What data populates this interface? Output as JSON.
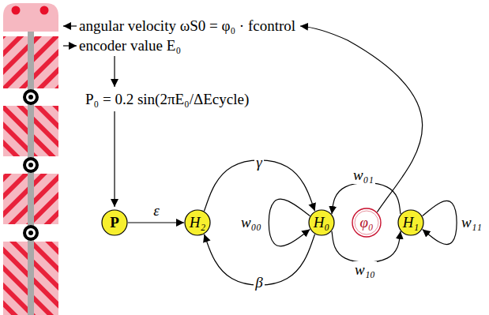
{
  "diagram": {
    "nodes": [
      {
        "text": [
          "P"
        ]
      },
      {
        "text": [
          "H₂"
        ]
      },
      {
        "text": [
          "H₀"
        ]
      },
      {
        "text": [
          "φ₀"
        ]
      },
      {
        "text": [
          "H₁"
        ]
      }
    ],
    "edges": [
      {
        "from": 0,
        "to": 1,
        "label": "ε",
        "arrow": "to"
      },
      {
        "from": 1,
        "to": 2,
        "label": "γ",
        "arrow": "to"
      },
      {
        "from": 2,
        "to": 1,
        "label": "β",
        "arrow": "to"
      },
      {
        "from": 2,
        "to": 2,
        "label": "w₀₀",
        "arrow": "to"
      },
      {
        "from": 4,
        "to": 2,
        "label": "w₀₁",
        "arrow": "to"
      },
      {
        "from": 2,
        "to": 4,
        "label": "w₁₀",
        "arrow": "to"
      },
      {
        "from": 4,
        "to": 4,
        "label": "w₁₁",
        "arrow": "to"
      }
    ],
    "labels": [
      "angular velocity ωS0 = φ₀ · fcontrol",
      "encoder value E₀",
      "P₀ = 0.2 sin(2πE₀/ΔEcycle)"
    ]
  }
}
